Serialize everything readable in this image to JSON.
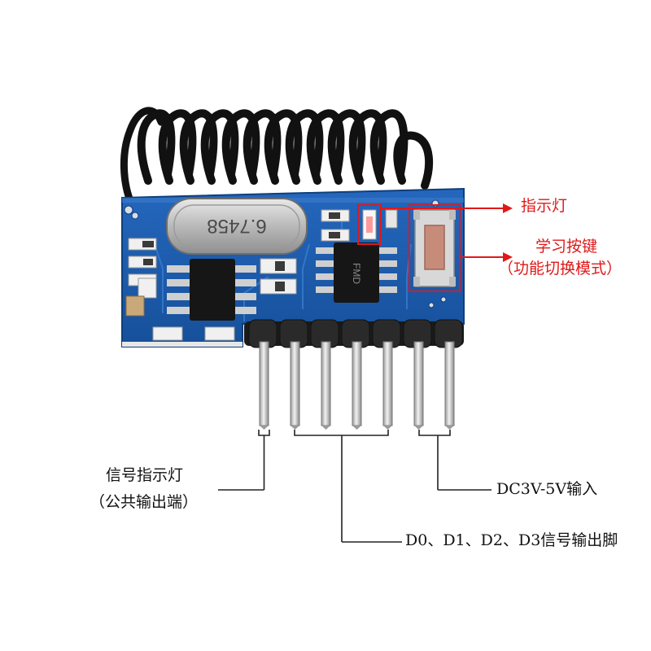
{
  "board": {
    "crystal_marking": "6.7458",
    "chip2_marking": "FMD"
  },
  "callouts": {
    "indicator_light": "指示灯",
    "learn_button": "学习按键",
    "learn_button_sub": "（功能切换模式）",
    "signal_indicator": "信号指示灯",
    "signal_indicator_sub": "（公共输出端）",
    "power_input": "DC3V-5V输入",
    "data_outputs": "D0、D1、D2、D3信号输出脚"
  },
  "colors": {
    "pcb": "#1d5fb0",
    "callout_red": "#e11818",
    "connector_line": "#222222"
  }
}
